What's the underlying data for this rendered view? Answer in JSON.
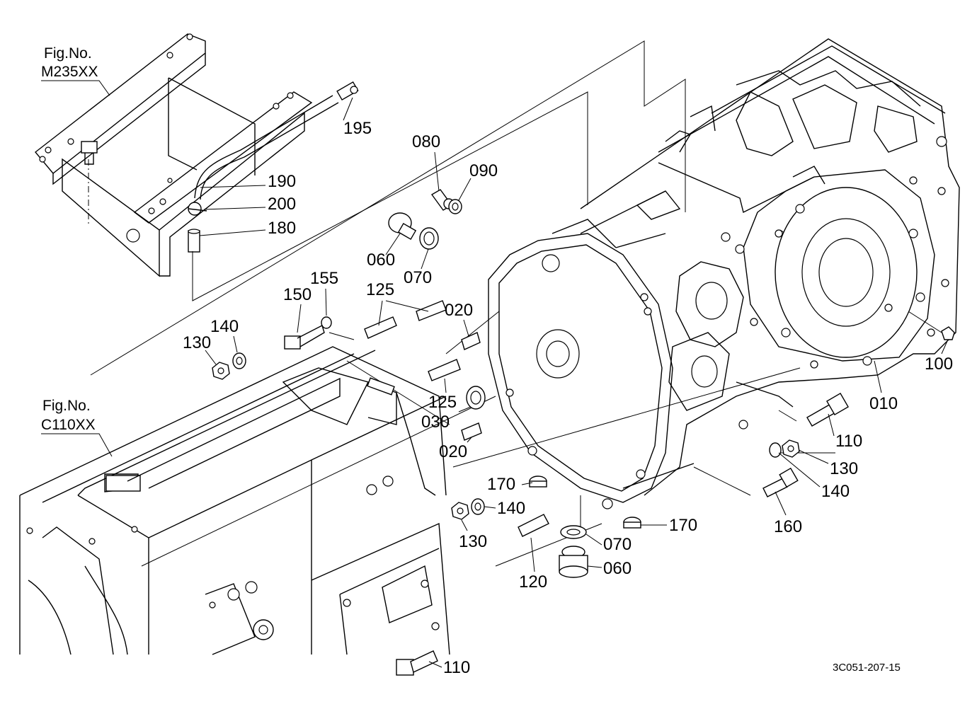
{
  "figure_refs": [
    {
      "line1": "Fig.No.",
      "line2": "M235XX"
    },
    {
      "line1": "Fig.No.",
      "line2": "C110XX"
    }
  ],
  "part_labels": [
    "195",
    "190",
    "200",
    "180",
    "080",
    "090",
    "060",
    "070",
    "155",
    "150",
    "125",
    "020",
    "140",
    "130",
    "125",
    "030",
    "020",
    "170",
    "140",
    "130",
    "120",
    "070",
    "060",
    "170",
    "100",
    "010",
    "110",
    "130",
    "140",
    "160",
    "110"
  ],
  "drawing_code": "3C051-207-15"
}
